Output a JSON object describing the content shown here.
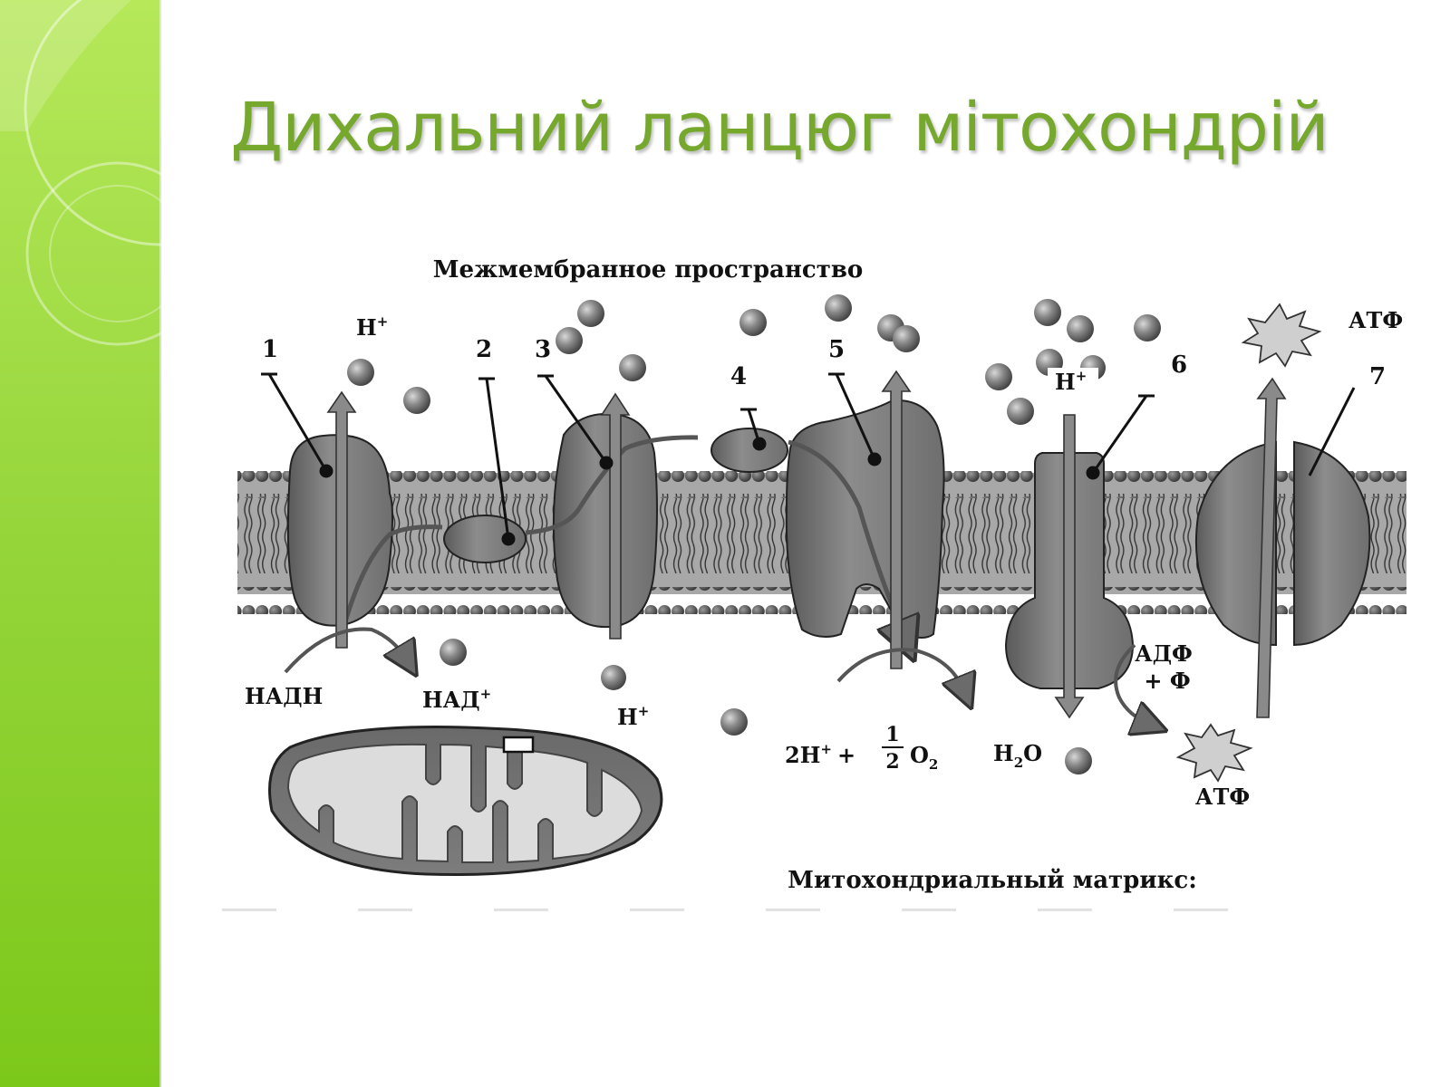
{
  "slide": {
    "title": "Дихальний ланцюг мітохондрій",
    "title_color": "#76A82E",
    "sidebar_gradient": [
      "#B6E85A",
      "#7CC81A"
    ]
  },
  "diagram": {
    "top_label": "Межмембранное пространство",
    "bottom_label": "Митохондриальный матрикс:",
    "numbers": [
      "1",
      "2",
      "3",
      "4",
      "5",
      "6",
      "7"
    ],
    "h_plus": "H",
    "plus": "+",
    "nadh": "НАДН",
    "nad": "НАД",
    "oxygen_2h": "2H",
    "oxygen_plus": "+",
    "half_num": "1",
    "half_den": "2",
    "oxygen": "O",
    "oxygen_sub": "2",
    "water_h": "H",
    "water_sub": "2",
    "water_o": "O",
    "adp": "АДФ",
    "adp_phosphate": "+ Ф",
    "atp_top": "АТФ",
    "atp_bottom": "АТФ"
  }
}
